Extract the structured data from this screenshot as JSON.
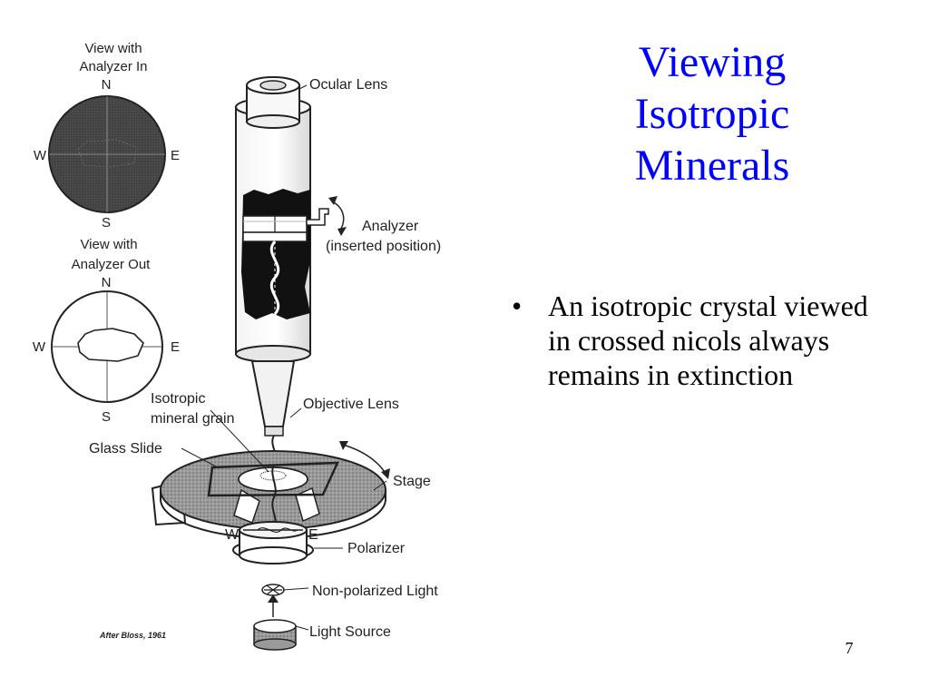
{
  "slide": {
    "title_lines": [
      "Viewing",
      "Isotropic",
      "Minerals"
    ],
    "bullets": [
      "An isotropic crystal viewed in crossed nicols always remains in extinction"
    ],
    "page_number": "7"
  },
  "figure": {
    "view_analyzer_in": {
      "label_line1": "View with",
      "label_line2": "Analyzer In",
      "n": "N",
      "s": "S",
      "e": "E",
      "w": "W"
    },
    "view_analyzer_out": {
      "label_line1": "View with",
      "label_line2": "Analyzer Out",
      "n": "N",
      "s": "S",
      "e": "E",
      "w": "W"
    },
    "labels": {
      "ocular_lens": "Ocular Lens",
      "analyzer": "Analyzer",
      "analyzer_position": "(inserted position)",
      "objective_lens": "Objective Lens",
      "isotropic_line1": "Isotropic",
      "isotropic_line2": "mineral grain",
      "glass_slide": "Glass Slide",
      "stage": "Stage",
      "polarizer_w": "W",
      "polarizer_e": "E",
      "polarizer": "Polarizer",
      "light": "Non-polarized Light",
      "light_source": "Light Source"
    },
    "credit": "After Bloss, 1961"
  }
}
